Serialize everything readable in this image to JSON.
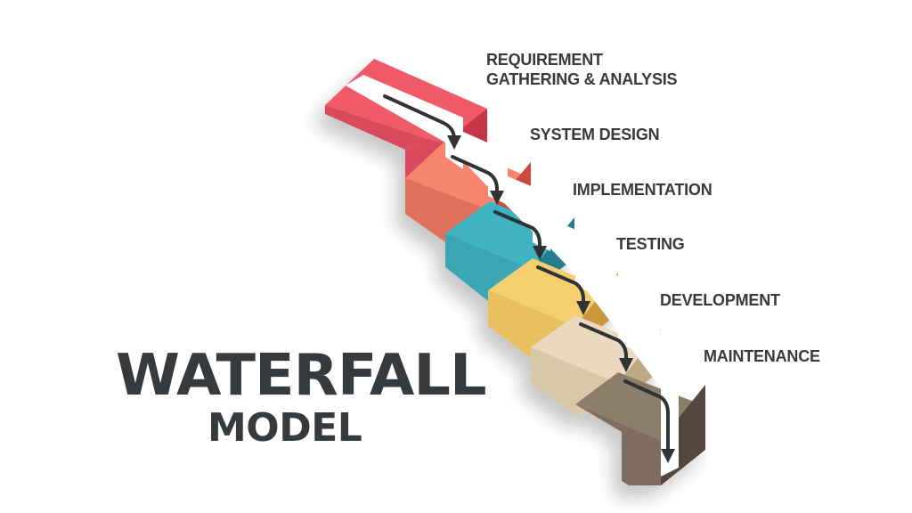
{
  "title": {
    "line1": "WATERFALL",
    "line2": "MODEL"
  },
  "stages": [
    {
      "label_line1": "REQUIREMENT",
      "label_line2": "GATHERING & ANALYSIS",
      "color_top": "#ef5a69",
      "color_front": "#d94b5c",
      "color_side": "#c83445"
    },
    {
      "label_line1": "SYSTEM DESIGN",
      "color_top": "#f7846c",
      "color_front": "#e0705c",
      "color_side": "#c84a3e"
    },
    {
      "label_line1": "IMPLEMENTATION",
      "color_top": "#3fb3c2",
      "color_front": "#3aa5b4",
      "color_side": "#237e8c"
    },
    {
      "label_line1": "TESTING",
      "color_top": "#f5cf6e",
      "color_front": "#e9c060",
      "color_side": "#c99a3c"
    },
    {
      "label_line1": "DEVELOPMENT",
      "color_top": "#ead9bf",
      "color_front": "#d9c7aa",
      "color_side": "#bfa985"
    },
    {
      "label_line1": "MAINTENANCE",
      "color_top": "#8c7b6b",
      "color_front": "#7f6e5e",
      "color_side": "#54473c"
    }
  ],
  "colors": {
    "text": "#373a3c",
    "arrow": "#2f3336",
    "path": "#ffffff"
  }
}
